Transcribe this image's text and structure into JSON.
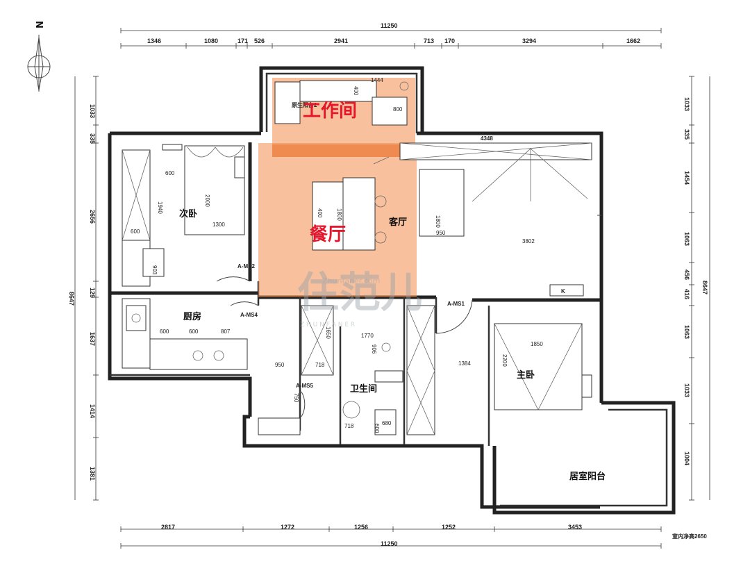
{
  "compass": {
    "label": "N"
  },
  "dimensions": {
    "top_total": "11250",
    "top_segments": [
      "1346",
      "1080",
      "171",
      "526",
      "2941",
      "713",
      "170",
      "3294",
      "1662"
    ],
    "bottom_segments": [
      "2817",
      "1272",
      "1256",
      "1252",
      "3453"
    ],
    "bottom_total": "11250",
    "left_segments": [
      "1033",
      "335",
      "2656",
      "129",
      "1637",
      "1414",
      "1381"
    ],
    "left_total": "8647",
    "right_segments": [
      "1033",
      "335",
      "1454",
      "1063",
      "456",
      "416",
      "1063",
      "1033",
      "1004"
    ],
    "right_total": "8647",
    "ceiling_note": "室内净高2650"
  },
  "rooms": {
    "studio": "工作间",
    "studio_underlay": "原生阳台2",
    "dining": "餐厅",
    "living": "客厅",
    "second_bedroom": "次卧",
    "kitchen": "厨房",
    "bathroom": "卫生间",
    "master_bedroom": "主卧",
    "master_balcony": "居室阳台"
  },
  "doors": {
    "ms1": "A-MS1",
    "ms2": "A-MS2",
    "ms4": "A-MS4",
    "ms5": "A-MS5"
  },
  "labels": {
    "balcony_top": "1444",
    "balcony_400": "400",
    "balcony_800": "800",
    "living_width": "4348",
    "bed2_1940": "1940",
    "bed2_2000": "2000",
    "bed2_1300": "1300",
    "bed2_600": "600",
    "bed2_903": "903",
    "table_400": "400",
    "table_1800": "1800",
    "sofa_1800": "1800",
    "sofa_950": "950",
    "living_3802": "3802",
    "kitchen_600a": "600",
    "kitchen_600b": "600",
    "kitchen_807": "807",
    "bath_1770": "1770",
    "bath_1650": "1650",
    "bath_718": "718",
    "bath_750": "750",
    "bath_906": "906",
    "bath_718b": "718",
    "bath_600": "600",
    "bath_680": "680",
    "bath_950": "950",
    "bath_950b": "950",
    "master_1850": "1850",
    "master_2200": "2200",
    "master_1384": "1384",
    "tv_label": "K"
  },
  "watermark": {
    "logo": "住范儿",
    "url": "Zhunfaner.com",
    "sub": "Z H U N F A N E R"
  }
}
